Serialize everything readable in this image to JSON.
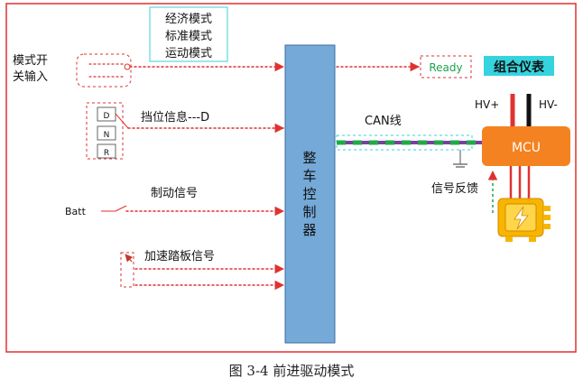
{
  "modes": [
    "经济模式",
    "标准模式",
    "运动模式"
  ],
  "mode_switch_label": [
    "模式开",
    "关输入"
  ],
  "gear_label": "挡位信息---D",
  "gear_keys": [
    "D",
    "N",
    "R"
  ],
  "brake_label": "制动信号",
  "batt_label": "Batt",
  "accel_label": "加速踏板信号",
  "vcu_label": [
    "整",
    "车",
    "控",
    "制",
    "器"
  ],
  "ready_label": "Ready",
  "cluster_label": "组合仪表",
  "can_label": "CAN线",
  "hv_plus": "HV+",
  "hv_minus": "HV-",
  "mcu_label": "MCU",
  "feedback_label": "信号反馈",
  "caption": "图 3-4 前进驱动模式",
  "colors": {
    "frame": "#e03131",
    "vcu": "#74a9d8",
    "mcu": "#f58220",
    "ready": "#1aa34a",
    "can_green": "#22a84a",
    "can_purple": "#7a3fa0",
    "cyan": "#35d3de",
    "motor": "#f7b500"
  }
}
